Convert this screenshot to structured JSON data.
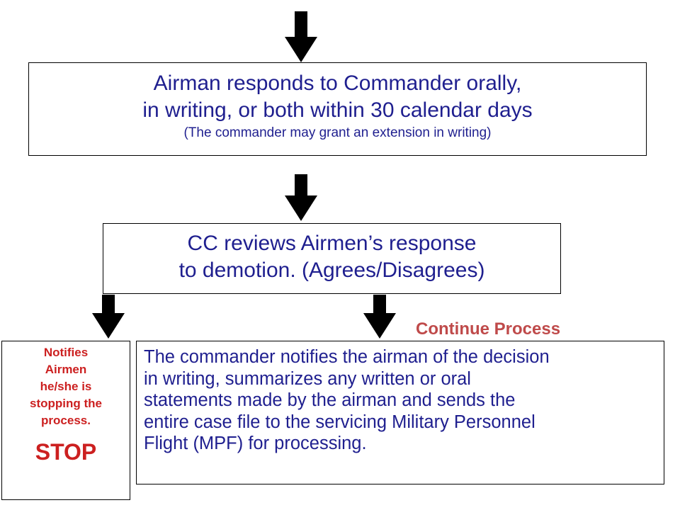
{
  "box_top": {
    "line1": "Airman responds to Commander orally,",
    "line2": "in writing, or both within 30 calendar days",
    "line3": "(The commander may grant an extension in writing)"
  },
  "box_review": {
    "line1": "CC reviews Airmen’s response",
    "line2": "to demotion. (Agrees/Disagrees)"
  },
  "box_stop": {
    "lines": [
      "Notifies",
      "Airmen",
      "he/she is",
      "stopping the",
      "process."
    ],
    "stop": "STOP"
  },
  "continue_label": "Continue Process",
  "box_notify": {
    "lines": [
      "The commander notifies the airman of the decision",
      "in writing, summarizes any written or oral",
      "statements made by the airman and sends the",
      "entire case file to the servicing Military Personnel",
      "Flight (MPF) for processing."
    ]
  },
  "colors": {
    "text_blue": "#1f1f8f",
    "stop_red": "#cc2020",
    "continue_red": "#bf4a4a",
    "arrow": "#000000"
  }
}
